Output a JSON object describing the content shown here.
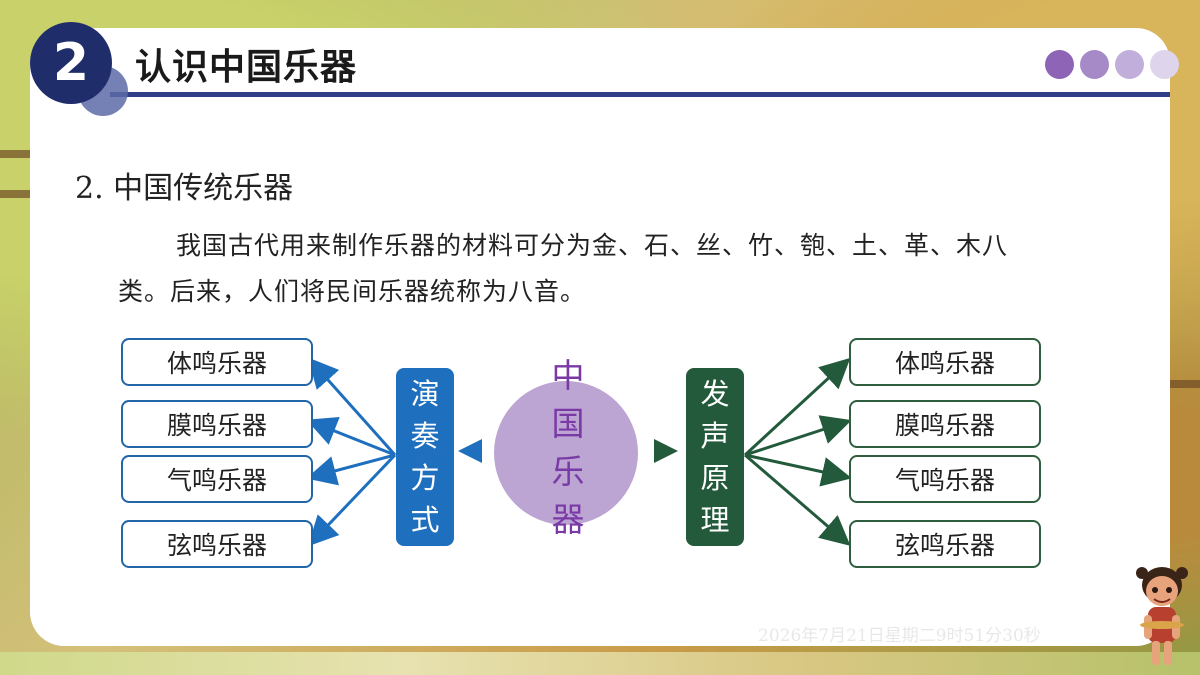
{
  "header": {
    "section_number": "2",
    "title": "认识中国乐器",
    "dot_colors": [
      "#8e64b6",
      "#a68ac8",
      "#c2aedb",
      "#ded4ec"
    ]
  },
  "content": {
    "section_heading": "2. 中国传统乐器",
    "paragraph": "我国古代用来制作乐器的材料可分为金、石、丝、竹、匏、土、革、木八类。后来，人们将民间乐器统称为八音。"
  },
  "diagram": {
    "center": [
      "中",
      "国",
      "乐",
      "器"
    ],
    "left_label": [
      "演",
      "奏",
      "方",
      "式"
    ],
    "right_label": [
      "发",
      "声",
      "原",
      "理"
    ],
    "left_items": [
      "体鸣乐器",
      "膜鸣乐器",
      "气鸣乐器",
      "弦鸣乐器"
    ],
    "right_items": [
      "体鸣乐器",
      "膜鸣乐器",
      "气鸣乐器",
      "弦鸣乐器"
    ],
    "colors": {
      "left": "#1f6fbf",
      "right": "#245a3c",
      "center": "#bca4d3",
      "center_text": "#7a3aa6"
    }
  },
  "footer": {
    "datetime": "2026年7月21日星期二9时51分30秒"
  }
}
